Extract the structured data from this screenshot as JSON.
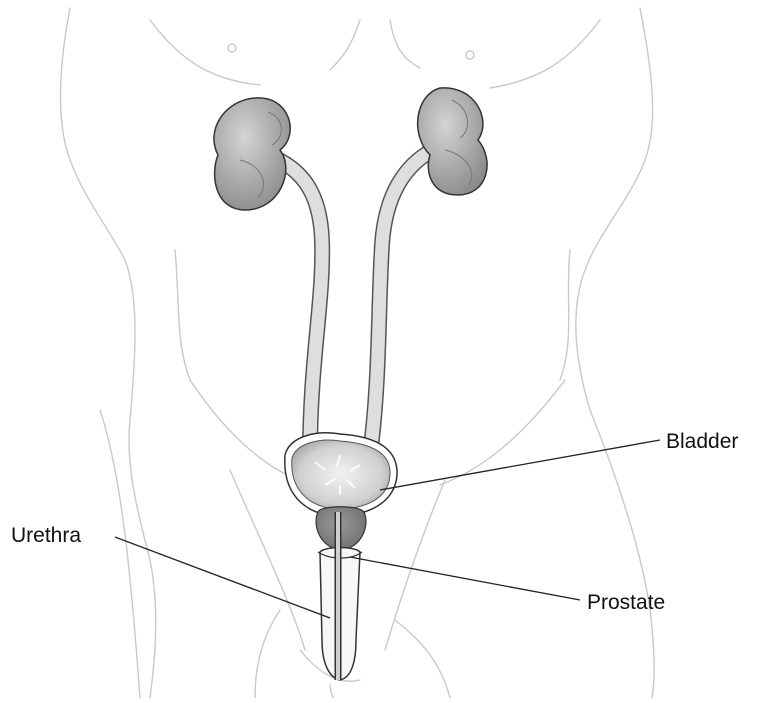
{
  "labels": {
    "bladder": "Bladder",
    "urethra": "Urethra",
    "prostate": "Prostate"
  },
  "colors": {
    "body_outline": "#c9c9c9",
    "organ_fill": "#a8a8a8",
    "organ_dark": "#8f8f8f",
    "tube_fill": "#d6d6d6",
    "line": "#222222"
  }
}
